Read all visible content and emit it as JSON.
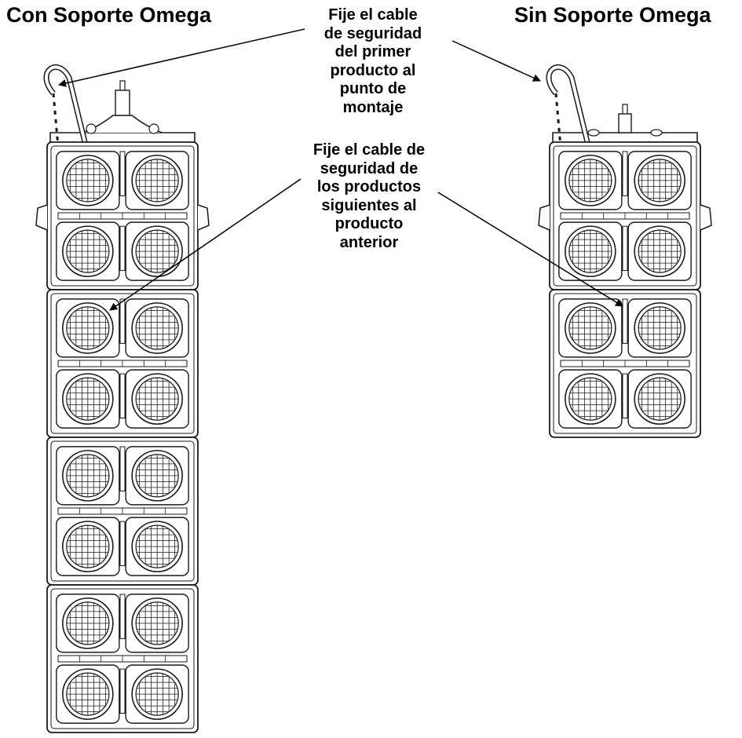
{
  "titles": {
    "left": "Con Soporte Omega",
    "right": "Sin Soporte Omega"
  },
  "callouts": {
    "top_lines": [
      "Fije el cable",
      "de seguridad",
      "del primer",
      "producto al",
      "punto de",
      "montaje"
    ],
    "bottom_lines": [
      "Fije el cable de",
      "seguridad de",
      "los productos",
      "siguientes al",
      "producto",
      "anterior"
    ]
  },
  "stacks": {
    "left_units": 4,
    "right_units": 2
  },
  "colors": {
    "line": "#1a1a1a",
    "fill": "#ffffff"
  }
}
